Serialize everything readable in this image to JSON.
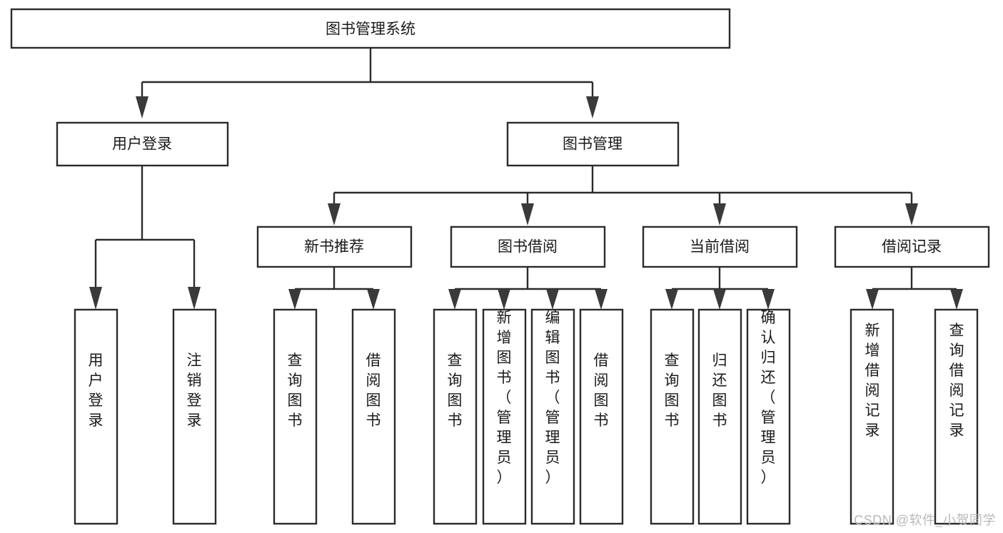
{
  "diagram": {
    "type": "tree-hierarchy-chart",
    "title": "图书管理系统",
    "watermark": "CSDN @软件_小贺同学",
    "colors": {
      "box_fill": "#ffffff",
      "box_stroke": "#2b2b2b",
      "connector": "#2b2b2b",
      "arrow": "#3a3a3a",
      "text": "#1a1a1a",
      "watermark": "#b9b9b9",
      "background": "#ffffff"
    },
    "levels": {
      "root": {
        "label": "图书管理系统",
        "orientation": "horizontal"
      },
      "level2": [
        {
          "label": "用户登录",
          "orientation": "horizontal"
        },
        {
          "label": "图书管理",
          "orientation": "horizontal"
        }
      ],
      "level3": [
        {
          "label": "新书推荐",
          "orientation": "horizontal"
        },
        {
          "label": "图书借阅",
          "orientation": "horizontal"
        },
        {
          "label": "当前借阅",
          "orientation": "horizontal"
        },
        {
          "label": "借阅记录",
          "orientation": "horizontal"
        }
      ],
      "leaves": {
        "user_login": [
          {
            "label": "用户登录",
            "orientation": "vertical"
          },
          {
            "label": "注销登录",
            "orientation": "vertical"
          }
        ],
        "new_book_recommend": [
          {
            "label": "查询图书",
            "orientation": "vertical"
          },
          {
            "label": "借阅图书",
            "orientation": "vertical"
          }
        ],
        "book_borrow": [
          {
            "label": "查询图书",
            "orientation": "vertical"
          },
          {
            "label": "新增图书（管理员）",
            "orientation": "vertical"
          },
          {
            "label": "编辑图书（管理员）",
            "orientation": "vertical"
          },
          {
            "label": "借阅图书",
            "orientation": "vertical"
          }
        ],
        "current_borrow": [
          {
            "label": "查询图书",
            "orientation": "vertical"
          },
          {
            "label": "归还图书",
            "orientation": "vertical"
          },
          {
            "label": "确认归还（管理员）",
            "orientation": "vertical"
          }
        ],
        "borrow_records": [
          {
            "label": "新增借阅记录",
            "orientation": "vertical"
          },
          {
            "label": "查询借阅记录",
            "orientation": "vertical"
          }
        ]
      }
    }
  }
}
